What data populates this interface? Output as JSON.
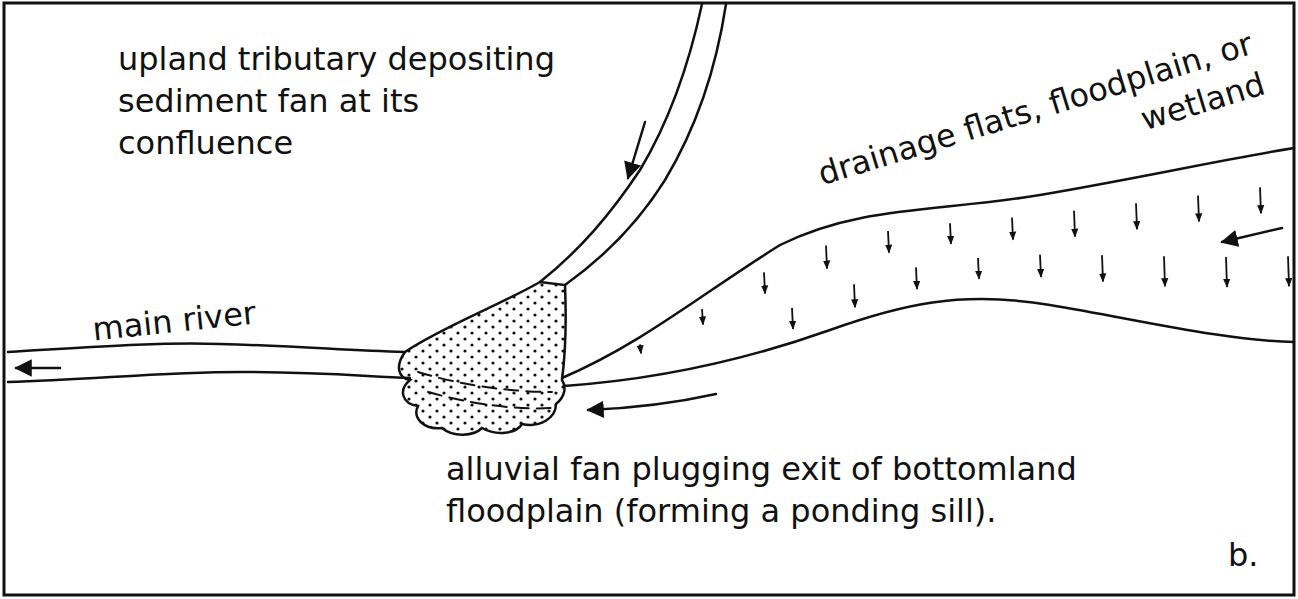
{
  "diagram": {
    "labels": [
      "upland tributary depositing sediment fan at its confluence",
      "drainage flats, floodplain, or wetland",
      "main river",
      "alluvial fan plugging exit of bottomland floodplain (forming a ponding sill).",
      "b."
    ]
  }
}
